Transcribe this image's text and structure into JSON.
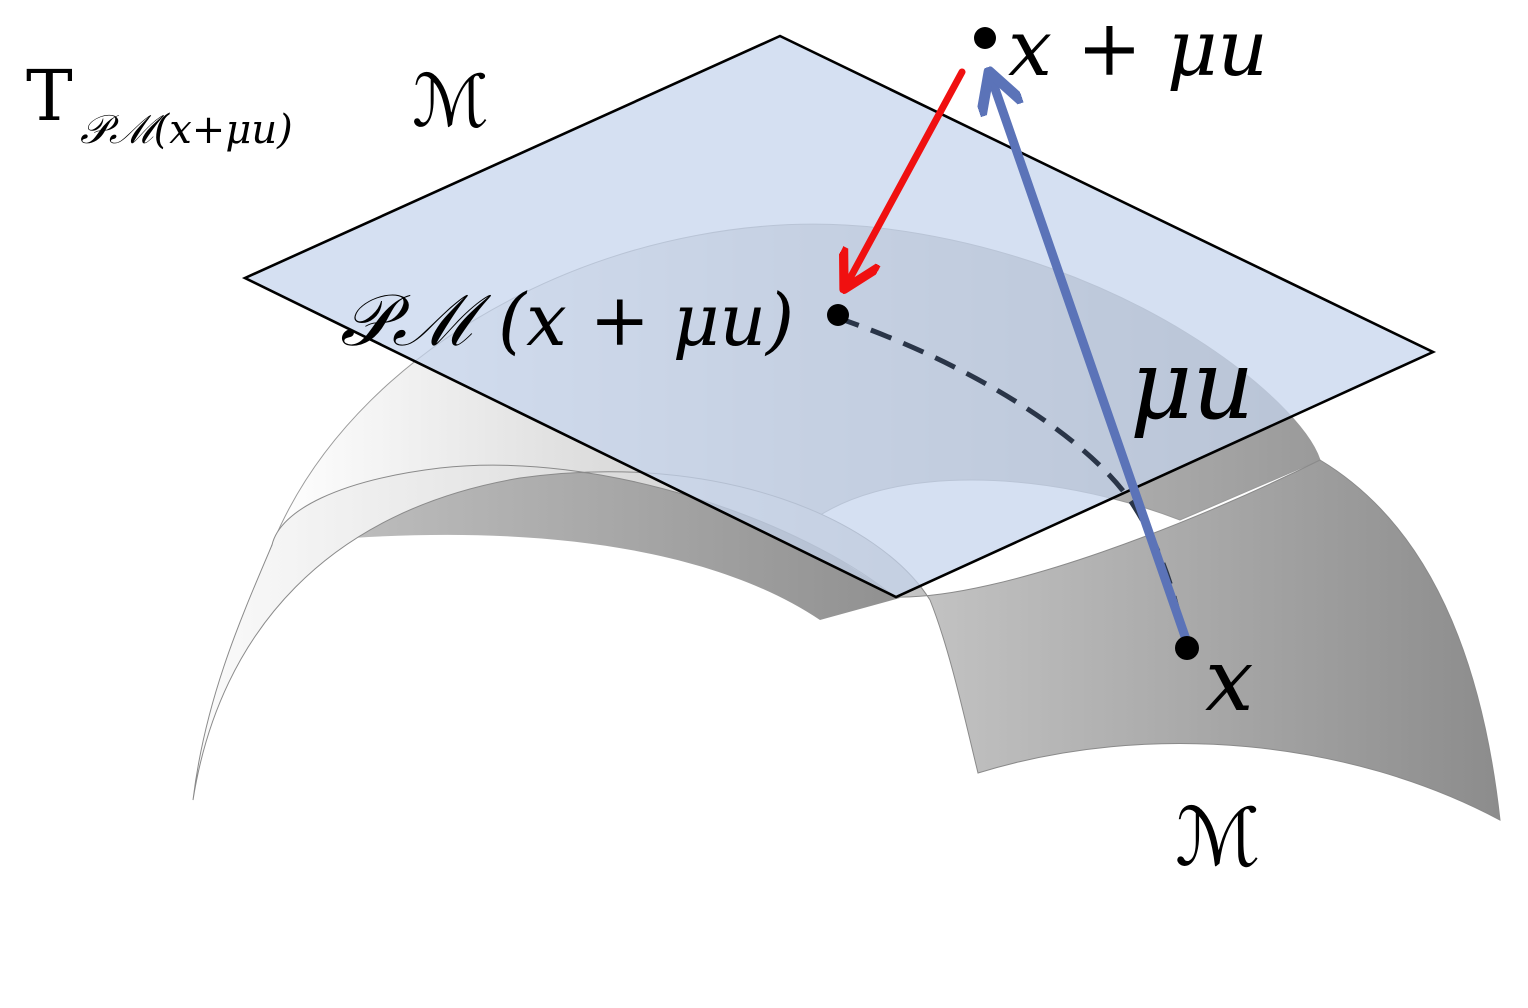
{
  "labels": {
    "tangent_space": {
      "main": "T",
      "subscript": "𝒫ℳ(x+μu)",
      "space": "ℳ"
    },
    "point_x_plus_mu_u": "x + μu",
    "projection": {
      "operator": "𝒫ℳ",
      "argument": "(x + μu)"
    },
    "step_vector": "μu",
    "point_x": "x",
    "manifold": "ℳ"
  },
  "colors": {
    "tangent_plane_fill": "#c5d4ed",
    "tangent_plane_stroke": "#000000",
    "step_arrow": "#5b73b8",
    "projection_arrow": "#f01010",
    "geodesic": "#2a3548",
    "manifold_light": "#f2f2f2",
    "manifold_dark": "#8a8a8a",
    "points": "#000000"
  },
  "arrows": {
    "step_vector": {
      "from": "point-x",
      "to": "point-x-plus-mu-u",
      "style": "solid"
    },
    "projection": {
      "from": "point-x-plus-mu-u",
      "to": "point-projection",
      "style": "solid"
    },
    "geodesic": {
      "from": "point-projection",
      "to": "point-x",
      "style": "dashed"
    }
  }
}
